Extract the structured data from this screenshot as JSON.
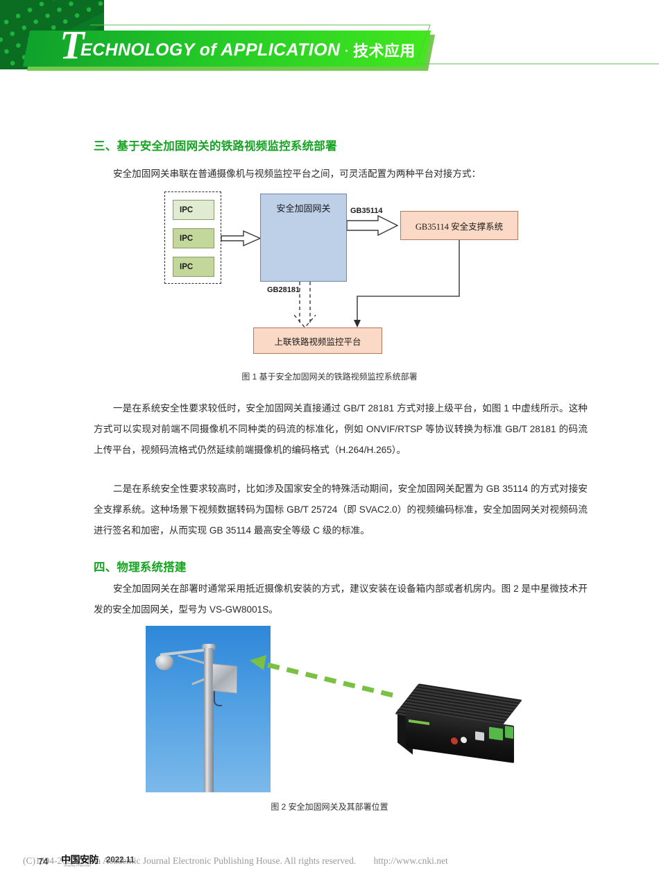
{
  "header": {
    "title_initial": "T",
    "title_en": "ECHNOLOGY of APPLICATION",
    "separator": "·",
    "title_cn": "技术应用"
  },
  "sections": {
    "s3_heading": "三、基于安全加固网关的铁路视频监控系统部署",
    "s3_intro": "安全加固网关串联在普通摄像机与视频监控平台之间，可灵活配置为两种平台对接方式：",
    "s3_para_a": "一是在系统安全性要求较低时，安全加固网关直接通过 GB/T 28181 方式对接上级平台，如图 1 中虚线所示。这种方式可以实现对前端不同摄像机不同种类的码流的标准化，例如 ONVIF/RTSP 等协议转换为标准 GB/T 28181 的码流上传平台，视频码流格式仍然延续前端摄像机的编码格式（H.264/H.265）。",
    "s3_para_b": "二是在系统安全性要求较高时，比如涉及国家安全的特殊活动期间，安全加固网关配置为 GB 35114 的方式对接安全支撑系统。这种场景下视频数据转码为国标 GB/T 25724（即 SVAC2.0）的视频编码标准，安全加固网关对视频码流进行签名和加密，从而实现 GB 35114 最高安全等级 C 级的标准。",
    "s4_heading": "四、物理系统搭建",
    "s4_para": "安全加固网关在部署时通常采用抵近摄像机安装的方式，建议安装在设备箱内部或者机房内。图 2 是中星微技术开发的安全加固网关，型号为 VS-GW8001S。"
  },
  "figure1": {
    "caption": "图 1  基于安全加固网关的铁路视频监控系统部署",
    "ipc_1": "IPC",
    "ipc_2": "IPC",
    "ipc_3": "IPC",
    "gateway": "安全加固网关",
    "support_system": "GB35114 安全支撑系统",
    "uplink_platform": "上联铁路视频监控平台",
    "label_gb35114": "GB35114",
    "label_gb28181": "GB28181",
    "colors": {
      "ipc_light": "#e1ebd2",
      "ipc_green": "#c3d79b",
      "gateway_blue": "#bdd0e8",
      "peach": "#fad9c6",
      "stroke": "#555555"
    }
  },
  "figure2": {
    "caption": "图 2  安全加固网关及其部署位置",
    "arrow_color": "#7ac143"
  },
  "footer": {
    "copyright": "(C)1994-2022 China Academic Journal Electronic Publishing House. All rights reserved.",
    "url": "http://www.cnki.net",
    "page_number": "74",
    "magazine": "中国安防",
    "magazine_sub": "Security·Protection",
    "issue": "2022.11"
  }
}
